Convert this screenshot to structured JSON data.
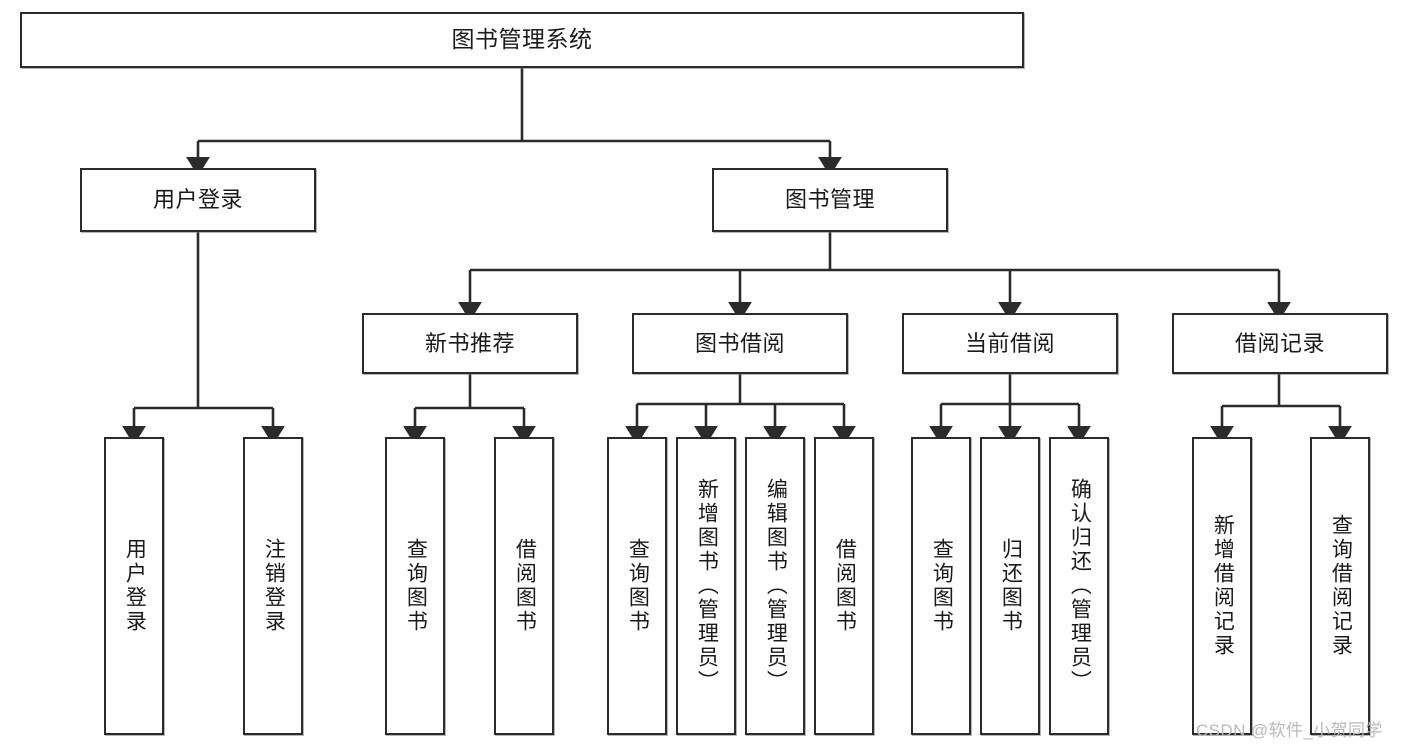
{
  "diagram": {
    "title": "图书管理系统",
    "type": "tree-hierarchy",
    "watermark": "CSDN @软件_小贺同学",
    "colors": {
      "node_border": "#2b2b2b",
      "node_fill": "#ffffff",
      "edge": "#2b2b2b",
      "text": "#1a1a1a",
      "watermark": "#b9b9b9",
      "background": "#ffffff"
    },
    "root": {
      "label": "图书管理系统"
    },
    "level2": [
      {
        "label": "用户登录"
      },
      {
        "label": "图书管理"
      }
    ],
    "level3": [
      {
        "label": "新书推荐"
      },
      {
        "label": "图书借阅"
      },
      {
        "label": "当前借阅"
      },
      {
        "label": "借阅记录"
      }
    ],
    "leaves": [
      {
        "label": "用户登录",
        "parent": "用户登录"
      },
      {
        "label": "注销登录",
        "parent": "用户登录"
      },
      {
        "label": "查询图书",
        "parent": "新书推荐"
      },
      {
        "label": "借阅图书",
        "parent": "新书推荐"
      },
      {
        "label": "查询图书",
        "parent": "图书借阅"
      },
      {
        "label": "新增图书（管理员）",
        "parent": "图书借阅"
      },
      {
        "label": "编辑图书（管理员）",
        "parent": "图书借阅"
      },
      {
        "label": "借阅图书",
        "parent": "图书借阅"
      },
      {
        "label": "查询图书",
        "parent": "当前借阅"
      },
      {
        "label": "归还图书",
        "parent": "当前借阅"
      },
      {
        "label": "确认归还（管理员）",
        "parent": "当前借阅"
      },
      {
        "label": "新增借阅记录",
        "parent": "借阅记录"
      },
      {
        "label": "查询借阅记录",
        "parent": "借阅记录"
      }
    ]
  }
}
